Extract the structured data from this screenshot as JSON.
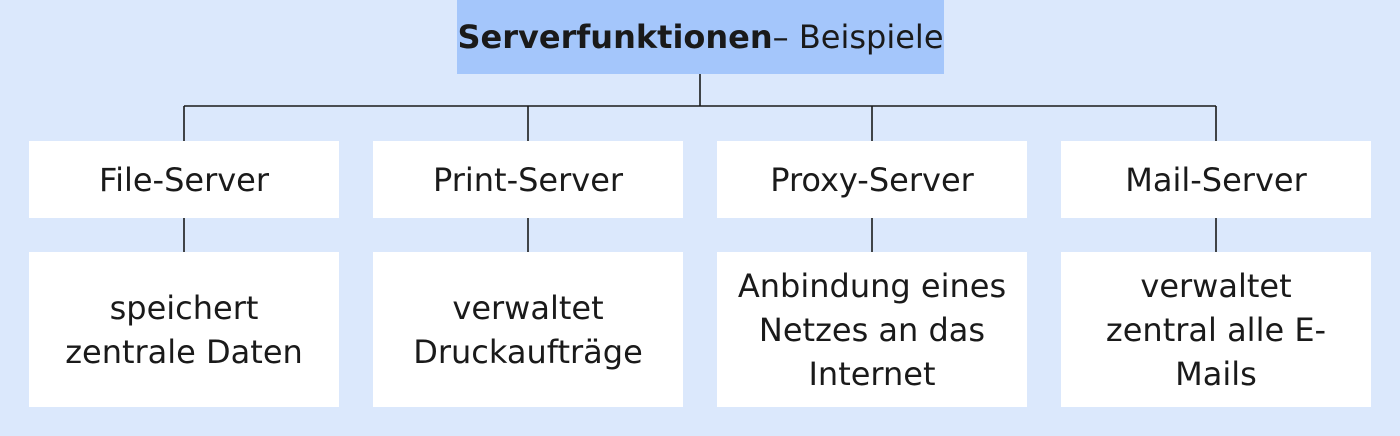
{
  "title": {
    "bold": "Serverfunktionen",
    "rest": " – Beispiele"
  },
  "servers": [
    {
      "name": "File-Server",
      "description": "speichert zentrale Daten"
    },
    {
      "name": "Print-Server",
      "description": "verwaltet Druckaufträge"
    },
    {
      "name": "Proxy-Server",
      "description": "Anbindung eines Netzes an das Internet"
    },
    {
      "name": "Mail-Server",
      "description": "verwaltet zentral alle E-Mails"
    }
  ],
  "colors": {
    "background": "#dbe8fc",
    "title_box": "#a4c6fb",
    "box": "#ffffff",
    "lines": "#1a1a1a"
  }
}
